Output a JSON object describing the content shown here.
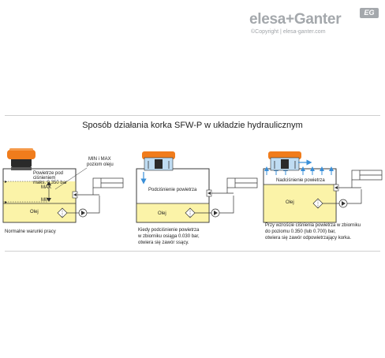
{
  "header": {
    "brand_left": "elesa",
    "brand_plus": "+",
    "brand_right": "Ganter",
    "badge": "EG",
    "copyright": "©Copyright | elesa-ganter.com"
  },
  "title": "Sposób działania korka SFW-P w układzie hydraulicznym",
  "panels": [
    {
      "label_air": "Powietrze pod ciśnieniem maks. 0.350 bar",
      "label_air_lines": [
        "Powietrze pod",
        "ciśnieniem",
        "maks. 0.350 bar"
      ],
      "label_levels_lines": [
        "MIN i MAX",
        "poziom oleju"
      ],
      "label_max": "MAX",
      "label_min": "MIN",
      "label_oil": "Olej",
      "caption": "Normalne warunki pracy"
    },
    {
      "label_air": "Podciśnienie powietrza",
      "label_oil": "Olej",
      "caption_lines": [
        "Kiedy podciśnienie powietrza",
        "w zbiorniku osiąga 0.030 bar,",
        "otwiera się zawór ssący."
      ]
    },
    {
      "label_air": "Nadciśnienie powietrza",
      "label_oil": "Olej",
      "caption_lines": [
        "Przy wzroście ciśnienia powietrza w zbiorniku",
        "do poziomu 0.350 (lub 0.700) bar,",
        "otwiera się zawór odpowietrzający korka."
      ]
    }
  ],
  "colors": {
    "oil": "#fbf3a8",
    "air": "#ffffff",
    "cap_orange": "#f07c1c",
    "cap_dark": "#2a2a2a",
    "blue_arrow": "#3a8fd8",
    "blue_body": "#bfdcf2",
    "line": "#333333"
  }
}
